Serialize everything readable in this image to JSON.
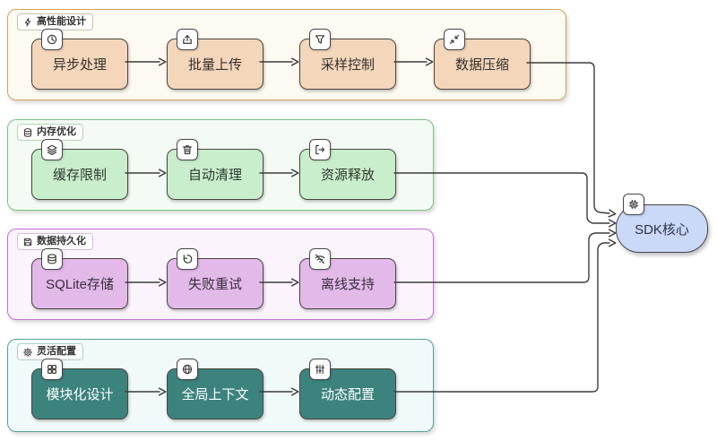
{
  "diagram_type": "flowchart",
  "groups": [
    {
      "label": "高性能设计",
      "icon": "lightning-icon",
      "border_color": "#d4a259",
      "bg_color": "#fdfaf1",
      "node_color": "#f4d6bb",
      "nodes": [
        {
          "label": "异步处理",
          "icon": "clock-icon"
        },
        {
          "label": "批量上传",
          "icon": "upload-icon"
        },
        {
          "label": "采样控制",
          "icon": "funnel-icon"
        },
        {
          "label": "数据压缩",
          "icon": "compress-icon"
        }
      ]
    },
    {
      "label": "内存优化",
      "icon": "database-icon",
      "border_color": "#7cc382",
      "bg_color": "#f3fbf4",
      "node_color": "#c9eecb",
      "nodes": [
        {
          "label": "缓存限制",
          "icon": "layers-icon"
        },
        {
          "label": "自动清理",
          "icon": "trash-icon"
        },
        {
          "label": "资源释放",
          "icon": "export-icon"
        }
      ]
    },
    {
      "label": "数据持久化",
      "icon": "save-icon",
      "border_color": "#c66fd6",
      "bg_color": "#fbf4fd",
      "node_color": "#e3b9ea",
      "nodes": [
        {
          "label": "SQLite存储",
          "icon": "database-icon"
        },
        {
          "label": "失败重试",
          "icon": "retry-icon"
        },
        {
          "label": "离线支持",
          "icon": "wifi-off-icon"
        }
      ]
    },
    {
      "label": "灵活配置",
      "icon": "gear-icon",
      "border_color": "#55a09b",
      "bg_color": "#f1fafa",
      "node_color": "#3c837e",
      "nodes": [
        {
          "label": "模块化设计",
          "icon": "grid-icon"
        },
        {
          "label": "全局上下文",
          "icon": "globe-icon"
        },
        {
          "label": "动态配置",
          "icon": "sliders-icon"
        }
      ]
    }
  ],
  "core": {
    "label": "SDK核心",
    "icon": "cpu-icon",
    "fill_color": "#cbd9f8"
  },
  "edge_color": "#3c3c3c",
  "connections": [
    "异步处理→批量上传",
    "批量上传→采样控制",
    "采样控制→数据压缩",
    "数据压缩→SDK核心",
    "缓存限制→自动清理",
    "自动清理→资源释放",
    "资源释放→SDK核心",
    "SQLite存储→失败重试",
    "失败重试→离线支持",
    "离线支持→SDK核心",
    "模块化设计→全局上下文",
    "全局上下文→动态配置",
    "动态配置→SDK核心"
  ]
}
